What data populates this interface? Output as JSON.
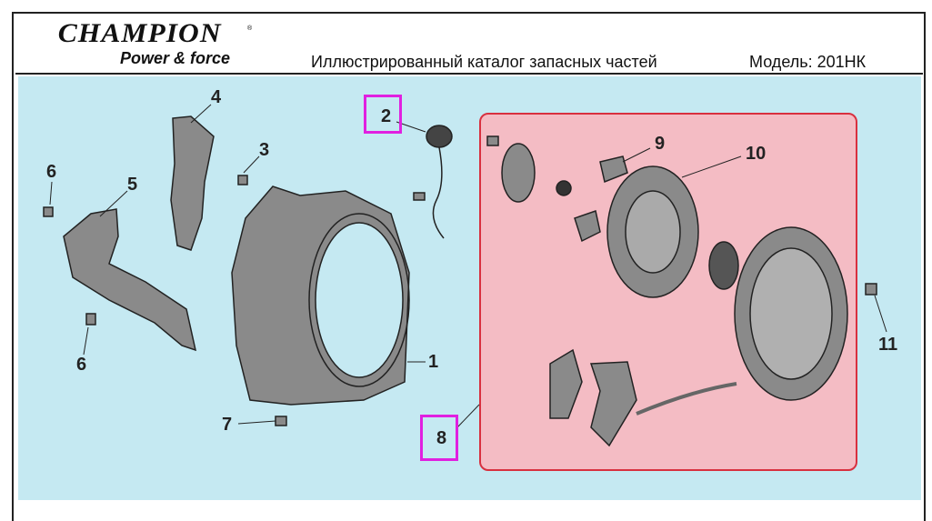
{
  "header": {
    "brand": "CHAMPION",
    "tagline": "Power & force",
    "title": "Иллюстрированный каталог запасных частей",
    "model": "Модель: 201НК"
  },
  "labels": [
    "1",
    "2",
    "3",
    "4",
    "5",
    "6",
    "6",
    "7",
    "8",
    "9",
    "10",
    "11"
  ],
  "colors": {
    "background": "#c5e9f2",
    "highlight": "#f4bcc4",
    "highlight_border": "#d8303f",
    "marker": "#e020e0"
  }
}
